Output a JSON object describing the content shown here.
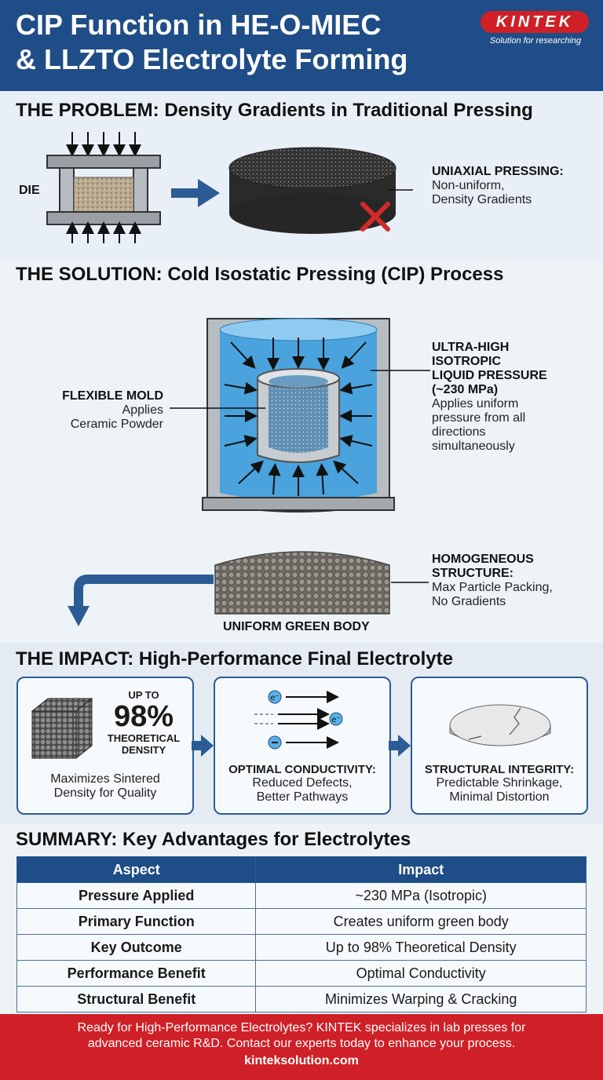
{
  "header": {
    "title_line1": "CIP Function in HE-O-MIEC",
    "title_line2": "& LLZTO Electrolyte Forming",
    "logo": "KINTEK",
    "tagline": "Solution for researching"
  },
  "problem": {
    "title": "THE PROBLEM: Density Gradients in Traditional Pressing",
    "die_label": "DIE",
    "callout_title": "UNIAXIAL PRESSING:",
    "callout_line1": "Non-uniform,",
    "callout_line2": "Density Gradients"
  },
  "solution": {
    "title": "THE SOLUTION: Cold Isostatic Pressing (CIP) Process",
    "mold_title": "FLEXIBLE MOLD",
    "mold_line1": "Applies",
    "mold_line2": "Ceramic Powder",
    "pressure_title1": "ULTRA-HIGH",
    "pressure_title2": "ISOTROPIC",
    "pressure_title3": "LIQUID PRESSURE",
    "pressure_title4": "(~230 MPa)",
    "pressure_desc1": "Applies uniform",
    "pressure_desc2": "pressure from all",
    "pressure_desc3": "directions",
    "pressure_desc4": "simultaneously",
    "green_body_label": "UNIFORM GREEN BODY",
    "homog_title1": "HOMOGENEOUS",
    "homog_title2": "STRUCTURE:",
    "homog_line1": "Max Particle Packing,",
    "homog_line2": "No Gradients"
  },
  "impact": {
    "title": "THE IMPACT: High-Performance Final Electrolyte",
    "card1_upto": "UP TO",
    "card1_value": "98%",
    "card1_sub1": "THEORETICAL",
    "card1_sub2": "DENSITY",
    "card1_desc1": "Maximizes Sintered",
    "card1_desc2": "Density for Quality",
    "card2_title": "OPTIMAL CONDUCTIVITY:",
    "card2_desc1": "Reduced Defects,",
    "card2_desc2": "Better Pathways",
    "card3_title": "STRUCTURAL INTEGRITY:",
    "card3_desc1": "Predictable Shrinkage,",
    "card3_desc2": "Minimal Distortion"
  },
  "summary": {
    "title": "SUMMARY: Key Advantages for Electrolytes",
    "headers": [
      "Aspect",
      "Impact"
    ],
    "rows": [
      [
        "Pressure Applied",
        "~230 MPa (Isotropic)"
      ],
      [
        "Primary Function",
        "Creates uniform green body"
      ],
      [
        "Key Outcome",
        "Up to 98% Theoretical Density"
      ],
      [
        "Performance Benefit",
        "Optimal Conductivity"
      ],
      [
        "Structural Benefit",
        "Minimizes Warping & Cracking"
      ]
    ]
  },
  "footer": {
    "line1": "Ready for High-Performance Electrolytes? KINTEK specializes in lab presses for",
    "line2": "advanced ceramic R&D. Contact our experts today to enhance your process.",
    "url": "kinteksolution.com"
  },
  "colors": {
    "brand_blue": "#1f4d87",
    "brand_red": "#cf2027",
    "liquid": "#4aa3dc"
  }
}
